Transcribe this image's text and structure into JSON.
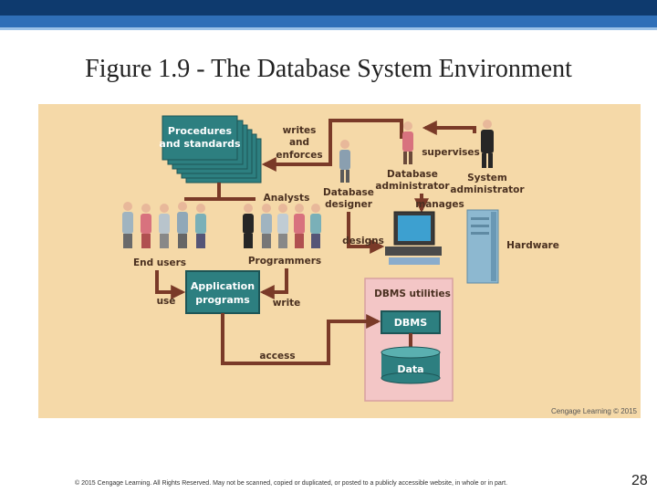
{
  "title": "Figure 1.9 - The Database System Environment",
  "diagram": {
    "procedures_line1": "Procedures",
    "procedures_line2": "and standards",
    "writes_and_enforces": [
      "writes",
      "and",
      "enforces"
    ],
    "supervises": "supervises",
    "dba_line1": "Database",
    "dba_line2": "administrator",
    "sysadmin_line1": "System",
    "sysadmin_line2": "administrator",
    "analysts": "Analysts",
    "db_designer_line1": "Database",
    "db_designer_line2": "designer",
    "manages": "manages",
    "designs": "designs",
    "hardware": "Hardware",
    "end_users": "End users",
    "programmers": "Programmers",
    "app_line1": "Application",
    "app_line2": "programs",
    "use": "use",
    "write": "write",
    "dbms_utilities": "DBMS utilities",
    "dbms": "DBMS",
    "data": "Data",
    "access": "access",
    "credit": "Cengage Learning © 2015"
  },
  "footer": "© 2015 Cengage Learning. All Rights Reserved. May not be scanned, copied or duplicated, or posted to a publicly accessible website, in whole or in part.",
  "page_number": "28",
  "colors": {
    "header_dark": "#0e3a6e",
    "header_mid": "#2f6fb8",
    "panel": "#f5d9a8",
    "teal_box": "#2d7f80",
    "arrow": "#7a3a28",
    "dbms_panel": "#f3c6c6"
  }
}
